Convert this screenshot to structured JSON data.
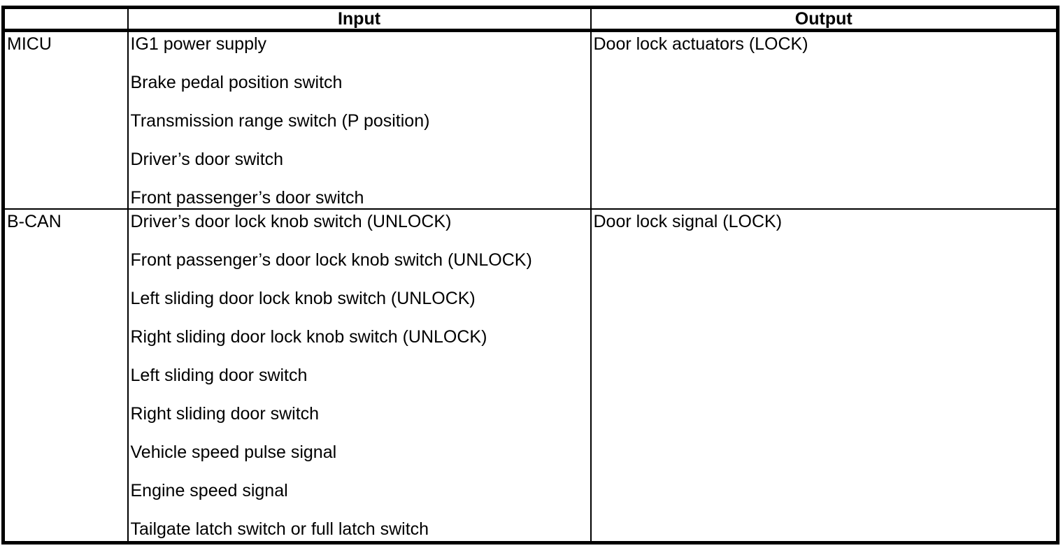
{
  "table": {
    "headers": {
      "source": "",
      "input": "Input",
      "output": "Output"
    },
    "rows": [
      {
        "source": "MICU",
        "inputs": [
          "IG1 power supply",
          "Brake pedal position switch",
          "Transmission range switch (P position)",
          "Driver’s door switch",
          "Front passenger’s door switch"
        ],
        "outputs": [
          "Door lock actuators (LOCK)"
        ]
      },
      {
        "source": "B-CAN",
        "inputs": [
          "Driver’s door lock knob switch (UNLOCK)",
          "Front passenger’s door lock knob switch (UNLOCK)",
          "Left sliding door lock knob switch (UNLOCK)",
          "Right sliding door lock knob switch (UNLOCK)",
          "Left sliding door switch",
          "Right sliding door switch",
          "Vehicle speed pulse signal",
          "Engine speed signal",
          "Tailgate latch switch or full latch switch"
        ],
        "outputs": [
          "Door lock signal (LOCK)"
        ]
      }
    ]
  }
}
